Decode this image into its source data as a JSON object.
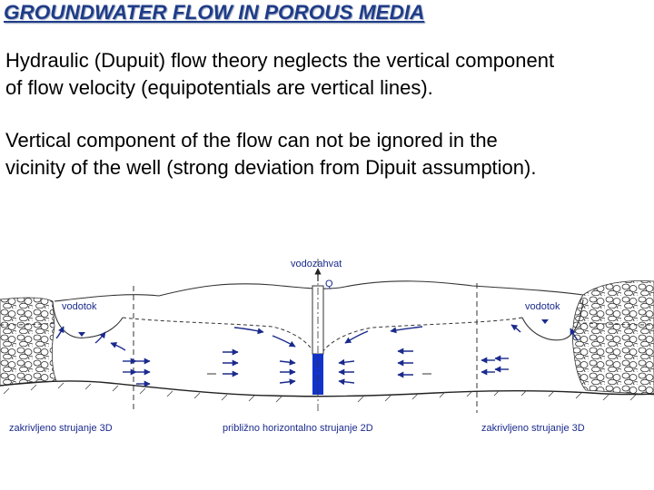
{
  "title": "GROUNDWATER FLOW IN POROUS MEDIA",
  "paragraphs": [
    {
      "line1": "Hydraulic (Dupuit) flow theory neglects the vertical component",
      "line2": "of flow velocity (equipotentials are vertical lines)."
    },
    {
      "line1": "Vertical component of the flow can not be ignored in the",
      "line2": "vicinity of the well (strong deviation from Dipuit assumption)."
    }
  ],
  "diagram": {
    "well_label": "vodozahvat",
    "discharge_label": "Q",
    "stream_left_label": "vodotok",
    "stream_right_label": "vodotok",
    "zone_left_label": "zakrivljeno strujanje 3D",
    "zone_center_label": "približno horizontalno strujanje 2D",
    "zone_right_label": "zakrivljeno strujanje 3D",
    "colors": {
      "arrows": "#1a2a8c",
      "well": "#1133cc",
      "lines": "#333333"
    }
  }
}
